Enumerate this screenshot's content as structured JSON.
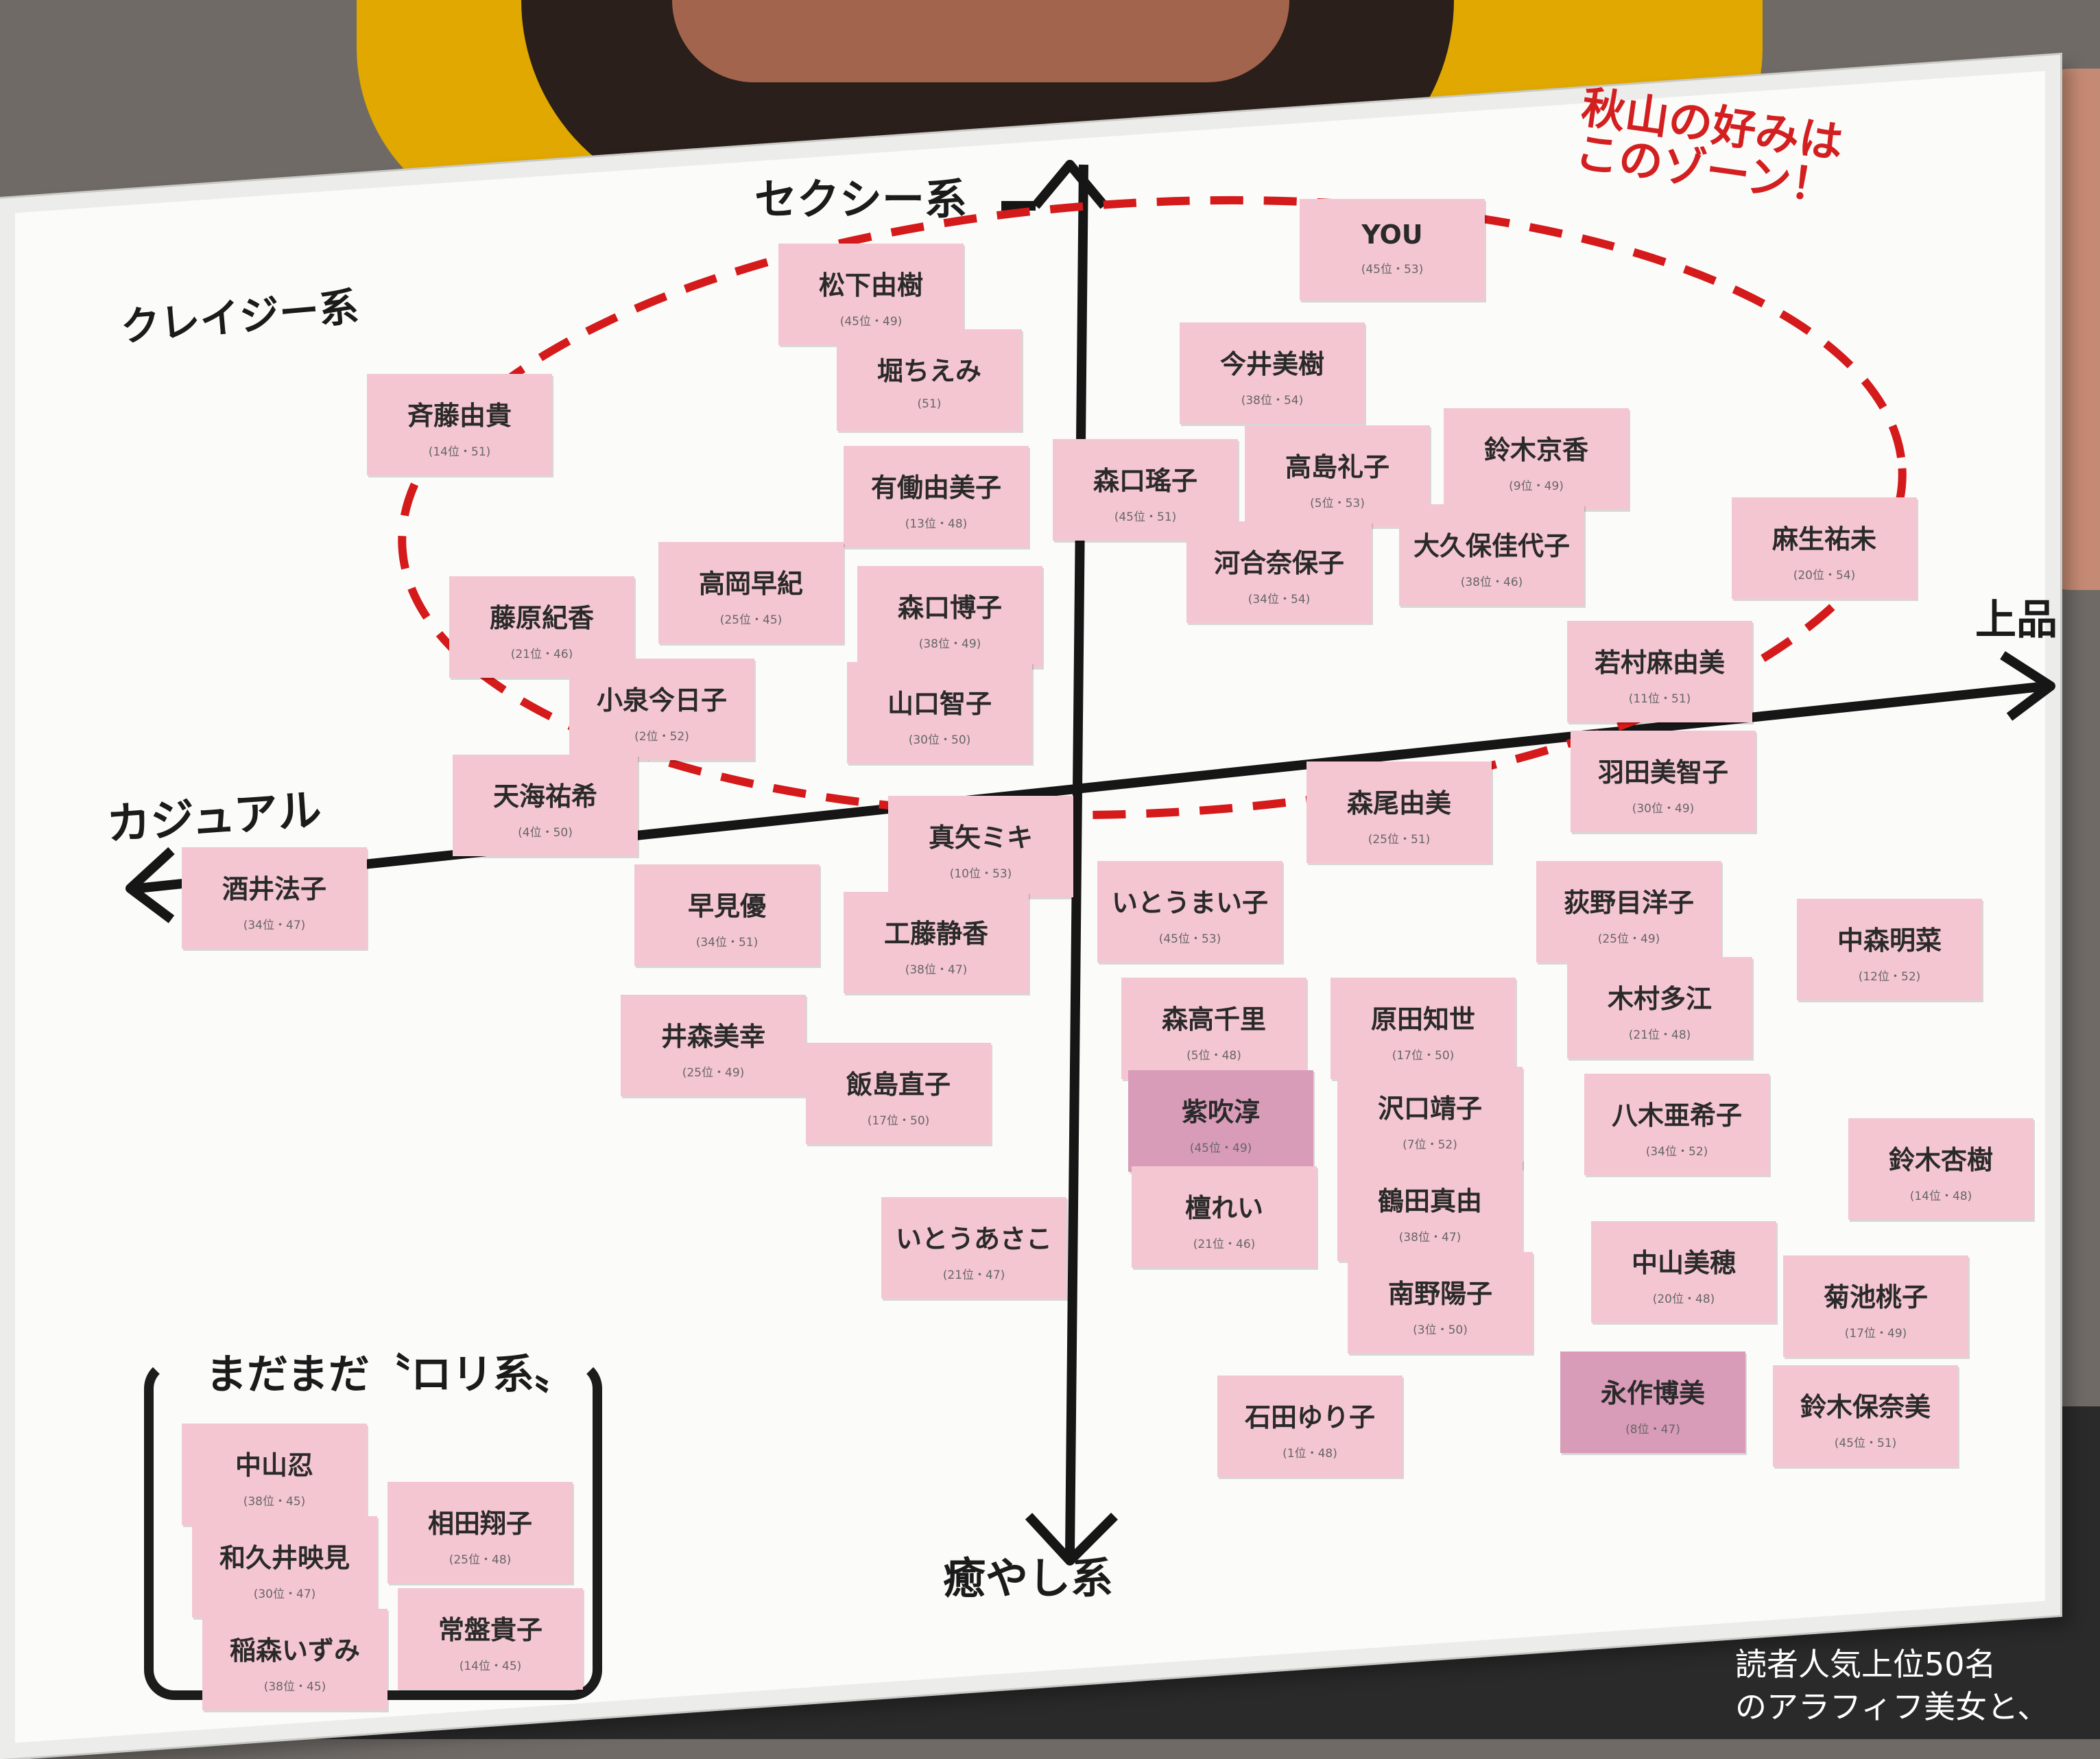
{
  "axes": {
    "top": "セクシー系",
    "bottom": "癒やし系",
    "left": "カジュアル",
    "right": "上品",
    "corner_label": "クレイジー系"
  },
  "zone_note": {
    "line1": "秋山の好みは",
    "line2": "このゾーン！"
  },
  "loli_group_title": "まだまだ〝ロリ系〟",
  "cards": [
    {
      "name": "YOU",
      "rank": "(45位・53)"
    },
    {
      "name": "松下由樹",
      "rank": "(45位・49)"
    },
    {
      "name": "堀ちえみ",
      "rank": "(51)"
    },
    {
      "name": "斉藤由貴",
      "rank": "(14位・51)"
    },
    {
      "name": "今井美樹",
      "rank": "(38位・54)"
    },
    {
      "name": "有働由美子",
      "rank": "(13位・48)"
    },
    {
      "name": "森口瑤子",
      "rank": "(45位・51)"
    },
    {
      "name": "高島礼子",
      "rank": "(5位・53)"
    },
    {
      "name": "鈴木京香",
      "rank": "(9位・49)"
    },
    {
      "name": "高岡早紀",
      "rank": "(25位・45)"
    },
    {
      "name": "藤原紀香",
      "rank": "(21位・46)"
    },
    {
      "name": "森口博子",
      "rank": "(38位・49)"
    },
    {
      "name": "河合奈保子",
      "rank": "(34位・54)"
    },
    {
      "name": "大久保佳代子",
      "rank": "(38位・46)"
    },
    {
      "name": "麻生祐未",
      "rank": "(20位・54)"
    },
    {
      "name": "小泉今日子",
      "rank": "(2位・52)"
    },
    {
      "name": "山口智子",
      "rank": "(30位・50)"
    },
    {
      "name": "若村麻由美",
      "rank": "(11位・51)"
    },
    {
      "name": "天海祐希",
      "rank": "(4位・50)"
    },
    {
      "name": "真矢ミキ",
      "rank": "(10位・53)"
    },
    {
      "name": "森尾由美",
      "rank": "(25位・51)"
    },
    {
      "name": "羽田美智子",
      "rank": "(30位・49)"
    },
    {
      "name": "酒井法子",
      "rank": "(34位・47)"
    },
    {
      "name": "早見優",
      "rank": "(34位・51)"
    },
    {
      "name": "工藤静香",
      "rank": "(38位・47)"
    },
    {
      "name": "いとうまい子",
      "rank": "(45位・53)"
    },
    {
      "name": "荻野目洋子",
      "rank": "(25位・49)"
    },
    {
      "name": "中森明菜",
      "rank": "(12位・52)"
    },
    {
      "name": "井森美幸",
      "rank": "(25位・49)"
    },
    {
      "name": "森高千里",
      "rank": "(5位・48)"
    },
    {
      "name": "原田知世",
      "rank": "(17位・50)"
    },
    {
      "name": "木村多江",
      "rank": "(21位・48)"
    },
    {
      "name": "飯島直子",
      "rank": "(17位・50)"
    },
    {
      "name": "紫吹淳",
      "rank": "(45位・49)"
    },
    {
      "name": "沢口靖子",
      "rank": "(7位・52)"
    },
    {
      "name": "八木亜希子",
      "rank": "(34位・52)"
    },
    {
      "name": "鈴木杏樹",
      "rank": "(14位・48)"
    },
    {
      "name": "檀れい",
      "rank": "(21位・46)"
    },
    {
      "name": "鶴田真由",
      "rank": "(38位・47)"
    },
    {
      "name": "いとうあさこ",
      "rank": "(21位・47)"
    },
    {
      "name": "中山美穂",
      "rank": "(20位・48)"
    },
    {
      "name": "南野陽子",
      "rank": "(3位・50)"
    },
    {
      "name": "菊池桃子",
      "rank": "(17位・49)"
    },
    {
      "name": "永作博美",
      "rank": "(8位・47)"
    },
    {
      "name": "鈴木保奈美",
      "rank": "(45位・51)"
    },
    {
      "name": "石田ゆり子",
      "rank": "(1位・48)"
    },
    {
      "name": "中山忍",
      "rank": "(38位・45)"
    },
    {
      "name": "和久井映見",
      "rank": "(30位・47)"
    },
    {
      "name": "相田翔子",
      "rank": "(25位・48)"
    },
    {
      "name": "稲森いずみ",
      "rank": "(38位・45)"
    },
    {
      "name": "常盤貴子",
      "rank": "(14位・45)"
    }
  ],
  "caption": {
    "line1": "読者人気上位50名",
    "line2": "のアラフィフ美女と、"
  }
}
